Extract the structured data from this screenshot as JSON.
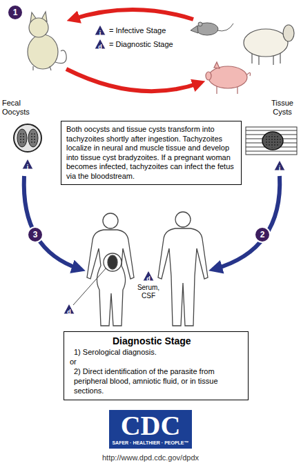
{
  "diagram": {
    "nodes": [
      {
        "text": [
          "Both oocysts and tissue cysts transform into tachyzoites shortly after ingestion. Tachyzoites localize in neural and muscle tissue and develop into tissue cyst bradyzoites. If a pregnant woman becomes infected, tachyzoites can infect the fetus via the bloodstream."
        ]
      },
      {
        "text": [
          "Diagnostic Stage",
          "1) Serological diagnosis.",
          "or",
          "2) Direct identification of the parasite from peripheral blood, amniotic fluid, or in tissue sections."
        ]
      },
      {
        "text": [
          "CDC",
          "SAFER · HEALTHIER · PEOPLE™"
        ]
      }
    ],
    "labels": [
      "1",
      "i",
      "d",
      "Fecal Oocysts",
      "i",
      "Tissue Cysts",
      "i",
      "3",
      "2",
      "d",
      "d",
      "Serum, CSF",
      "d",
      "http://www.dpd.cdc.gov/dpdx"
    ],
    "legend": [
      {
        "text": "= Infective Stage"
      },
      {
        "text": "= Diagnostic Stage"
      }
    ]
  }
}
